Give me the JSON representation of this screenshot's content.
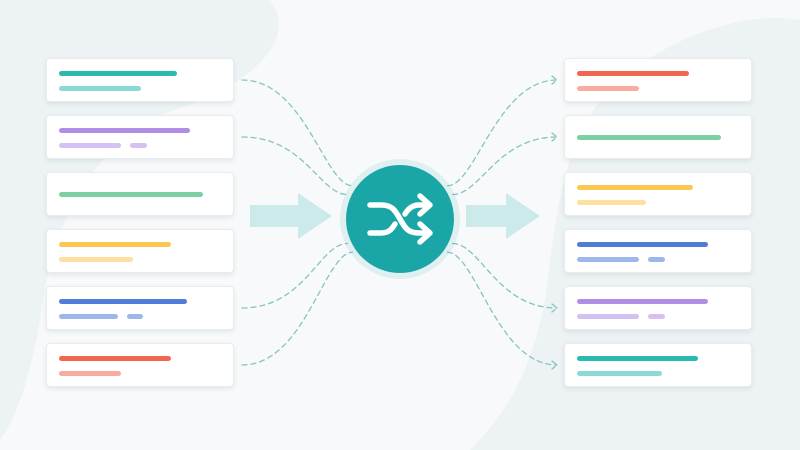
{
  "colors": {
    "background": "#f7f9fa",
    "blob": "#edf2f4",
    "connector": "#86c4bc",
    "flow_arrow": "#cdeaea",
    "hub": "#1aa6a6",
    "hub_icon": "#ffffff",
    "teal": "#2bbab0",
    "purple": "#b08ee6",
    "green": "#7ccfa2",
    "yellow": "#fbc750",
    "blue": "#4f7bd9",
    "red": "#f26650"
  },
  "hub": {
    "icon": "shuffle-icon"
  },
  "input_cards": [
    {
      "color": "teal",
      "bars": [
        0.72,
        0.5
      ]
    },
    {
      "color": "purple",
      "bars": [
        0.8,
        0.38,
        0.1
      ]
    },
    {
      "color": "green",
      "bars": [
        0.88
      ]
    },
    {
      "color": "yellow",
      "bars": [
        0.68,
        0.45
      ]
    },
    {
      "color": "blue",
      "bars": [
        0.78,
        0.36,
        0.1
      ]
    },
    {
      "color": "red",
      "bars": [
        0.68,
        0.38
      ]
    }
  ],
  "output_cards": [
    {
      "color": "red",
      "bars": [
        0.68,
        0.38
      ]
    },
    {
      "color": "green",
      "bars": [
        0.88
      ]
    },
    {
      "color": "yellow",
      "bars": [
        0.71,
        0.42
      ]
    },
    {
      "color": "blue",
      "bars": [
        0.8,
        0.38,
        0.1
      ]
    },
    {
      "color": "purple",
      "bars": [
        0.8,
        0.38,
        0.1
      ]
    },
    {
      "color": "teal",
      "bars": [
        0.74,
        0.52
      ]
    }
  ]
}
